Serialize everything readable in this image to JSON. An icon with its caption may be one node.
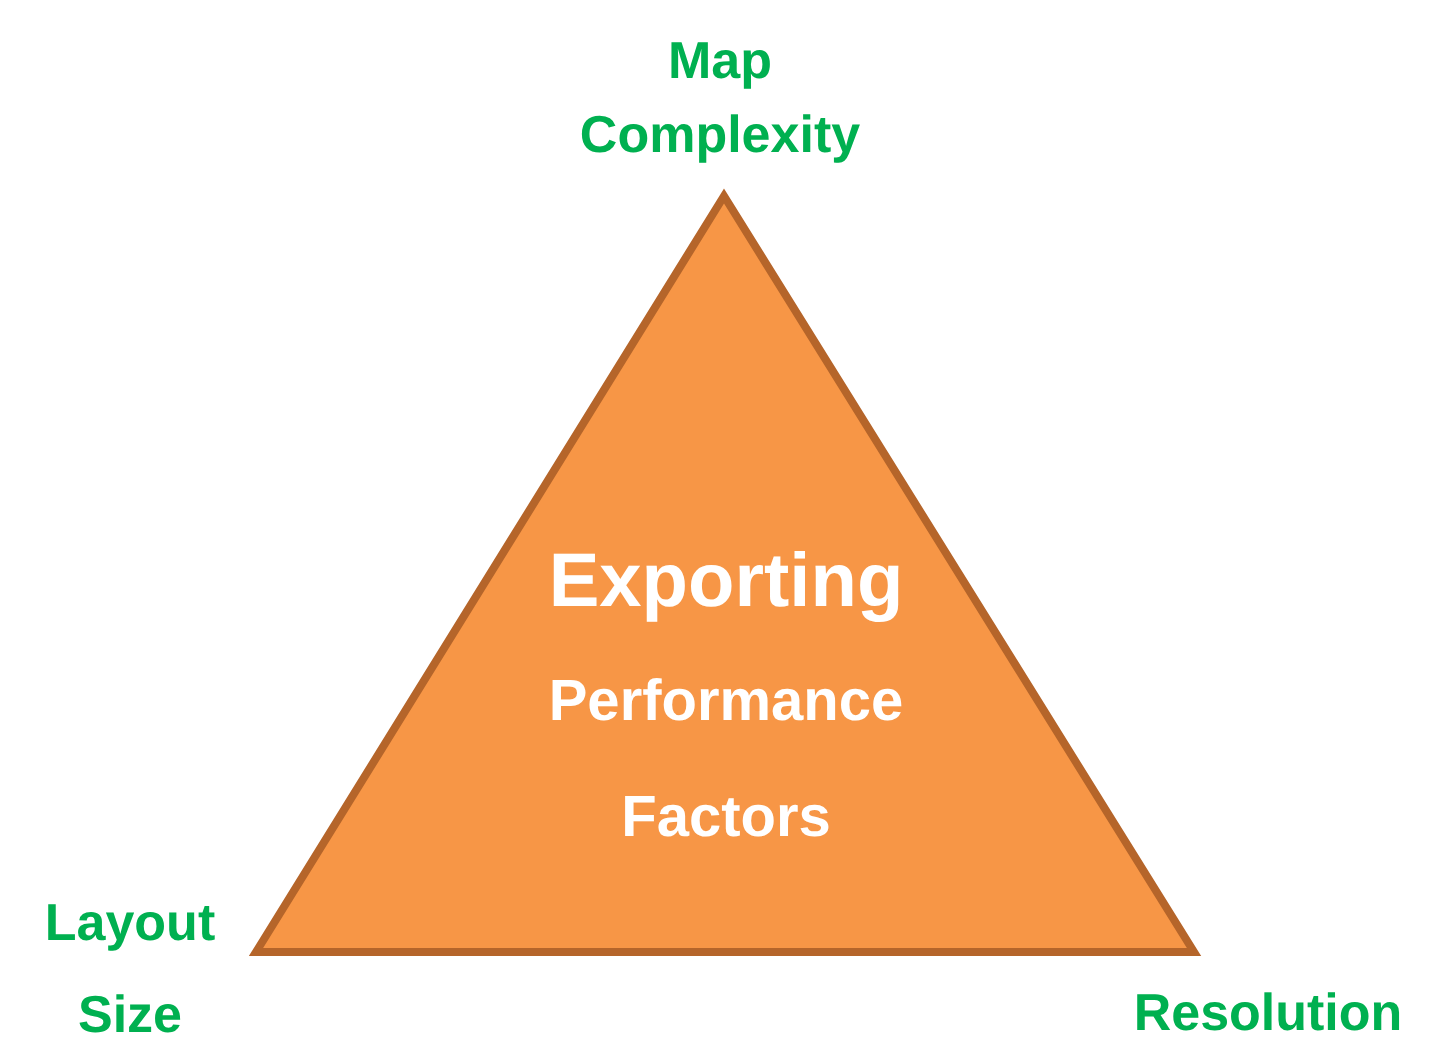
{
  "diagram": {
    "nodes": [
      {
        "text": [
          "Exporting",
          "Performance Factors"
        ],
        "beside": [
          "Map Complexity",
          "Layout Size",
          "Resolution"
        ]
      }
    ]
  }
}
